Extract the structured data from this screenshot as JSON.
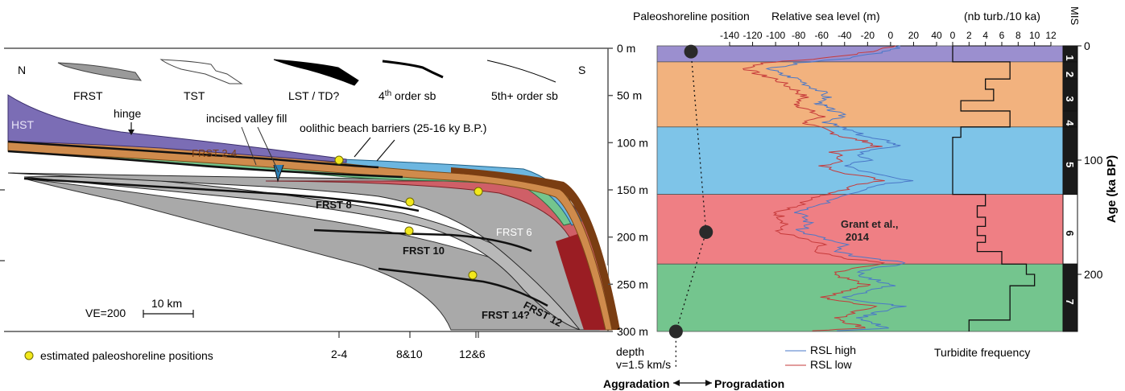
{
  "section": {
    "compass_n": "N",
    "compass_s": "S",
    "legend_items": [
      {
        "label": "FRST",
        "icon": "frst-wedge-icon"
      },
      {
        "label": "TST",
        "icon": "tst-wedge-icon"
      },
      {
        "label": "LST / TD?",
        "icon": "lst-wedge-icon"
      },
      {
        "label_main": "4",
        "label_sup": "th",
        "label_rest": " order sb",
        "icon": "fourth-order-sb-icon"
      },
      {
        "label_main": "5th+ order sb",
        "icon": "fifth-order-sb-icon"
      }
    ],
    "units": {
      "hst": "HST",
      "frst_2_4": "FRST 2-4",
      "frst_6": "FRST 6",
      "frst_8": "FRST 8",
      "frst_10": "FRST 10",
      "frst_12": "FRST 12",
      "frst_14": "FRST 14?"
    },
    "annotations": {
      "hinge": "hinge",
      "incised_valley": "incised valley fill",
      "oolithic": "oolithic beach barriers (25-16 ky B.P.)"
    },
    "depth_ticks": [
      "0 m",
      "50 m",
      "100 m",
      "150 m",
      "200 m",
      "250 m",
      "300 m"
    ],
    "depth_label": "depth",
    "velocity_label": "v=1.5 km/s",
    "ve_label": "VE=200",
    "scale_label": "10 km",
    "bottom_markers": [
      "2-4",
      "8&10",
      "12&6"
    ],
    "shoreline_legend": "estimated paleoshoreline positions",
    "colors": {
      "hst": "#7b6db5",
      "frst24": "#cf8b4c",
      "blue": "#6cb6e0",
      "green": "#74c58e",
      "red": "#cf5f67",
      "darkred": "#9a1d23",
      "brown": "#7a3d12",
      "gray": "#a9a9a9",
      "shoreline_point": "#f2e81c"
    }
  },
  "chart": {
    "col_titles": {
      "shoreline": "Paleoshoreline position",
      "rsl": "Relative sea level (m)",
      "turb": "(nb turb./10 ka)",
      "mis": "MIS"
    },
    "rsl_ticks": [
      "-140",
      "-120",
      "-100",
      "-80",
      "-60",
      "-40",
      "-20",
      "0",
      "20",
      "40"
    ],
    "turb_ticks": [
      "0",
      "2",
      "4",
      "6",
      "8",
      "10",
      "12"
    ],
    "age_ticks": [
      "0",
      "100",
      "200"
    ],
    "age_label": "Age (ka BP)",
    "mis_labels": [
      "1",
      "2",
      "3",
      "4",
      "5",
      "6",
      "7"
    ],
    "grant_label_line1": "Grant et al.,",
    "grant_label_line2": "2014",
    "rsl_high_label": "RSL high",
    "rsl_low_label": "RSL low",
    "turbidite_label": "Turbidite frequency",
    "aggradation_label": "Aggradation",
    "progradation_label": "Progradation",
    "band_colors": [
      "#9b8fcf",
      "#f2b27e",
      "#7ec4e8",
      "#ef7f84",
      "#74c58e"
    ],
    "rsl_high_color": "#4a78c8",
    "rsl_low_color": "#c63a3a"
  },
  "chart_data": {
    "type": "line",
    "y_axis": {
      "label": "Age (ka BP)",
      "ylim": [
        0,
        250
      ],
      "ticks": [
        0,
        100,
        200
      ],
      "inverted": true
    },
    "rsl_axis": {
      "label": "Relative sea level (m)",
      "xlim": [
        -140,
        40
      ]
    },
    "turbidite_axis": {
      "label": "(nb turb./10 ka)",
      "xlim": [
        0,
        12
      ]
    },
    "mis_stages": [
      {
        "name": "1",
        "from": 0,
        "to": 14
      },
      {
        "name": "2",
        "from": 14,
        "to": 29
      },
      {
        "name": "3",
        "from": 29,
        "to": 57
      },
      {
        "name": "4",
        "from": 57,
        "to": 71
      },
      {
        "name": "5",
        "from": 71,
        "to": 130
      },
      {
        "name": "6",
        "from": 130,
        "to": 191
      },
      {
        "name": "7",
        "from": 191,
        "to": 250
      }
    ],
    "series": [
      {
        "name": "RSL high",
        "x": [
          10,
          -5,
          -40,
          -80,
          -105,
          -95,
          -80,
          -70,
          -60,
          -55,
          -62,
          -58,
          -50,
          -40,
          -55,
          -45,
          -30,
          -20,
          0,
          8,
          -30,
          -20,
          -40,
          -15,
          15,
          -10,
          -25,
          -45,
          -60,
          -80,
          -75,
          -70,
          -80,
          -60,
          -40,
          -50,
          -20,
          15,
          -20,
          -30,
          -10,
          0,
          -20,
          -40,
          -20,
          10,
          -10,
          -25,
          -15,
          0,
          -60
        ],
        "y": [
          0,
          5,
          11,
          15,
          20,
          25,
          29,
          35,
          40,
          45,
          50,
          53,
          57,
          62,
          67,
          71,
          76,
          80,
          84,
          88,
          93,
          100,
          105,
          112,
          118,
          122,
          128,
          133,
          140,
          145,
          150,
          156,
          162,
          168,
          174,
          180,
          186,
          190,
          196,
          201,
          205,
          210,
          215,
          220,
          224,
          228,
          233,
          238,
          243,
          247,
          250
        ]
      },
      {
        "name": "RSL low",
        "x": [
          5,
          -15,
          -60,
          -110,
          -125,
          -115,
          -100,
          -90,
          -80,
          -75,
          -82,
          -78,
          -70,
          -60,
          -75,
          -65,
          -50,
          -40,
          -20,
          -12,
          -50,
          -40,
          -60,
          -35,
          -5,
          -30,
          -45,
          -65,
          -80,
          -100,
          -95,
          -90,
          -100,
          -80,
          -60,
          -70,
          -40,
          -5,
          -40,
          -50,
          -30,
          -20,
          -40,
          -60,
          -40,
          -10,
          -30,
          -45,
          -35,
          -20,
          -80
        ],
        "y": [
          0,
          5,
          11,
          15,
          20,
          25,
          29,
          35,
          40,
          45,
          50,
          53,
          57,
          62,
          67,
          71,
          76,
          80,
          84,
          88,
          93,
          100,
          105,
          112,
          118,
          122,
          128,
          133,
          140,
          145,
          150,
          156,
          162,
          168,
          174,
          180,
          186,
          190,
          196,
          201,
          205,
          210,
          215,
          220,
          224,
          228,
          233,
          238,
          243,
          247,
          250
        ]
      },
      {
        "name": "Turbidite frequency",
        "type": "step",
        "bins": [
          {
            "from": 0,
            "to": 14,
            "value": 0
          },
          {
            "from": 14,
            "to": 29,
            "value": 7
          },
          {
            "from": 29,
            "to": 38,
            "value": 4
          },
          {
            "from": 38,
            "to": 48,
            "value": 5
          },
          {
            "from": 48,
            "to": 57,
            "value": 1
          },
          {
            "from": 57,
            "to": 71,
            "value": 7
          },
          {
            "from": 71,
            "to": 80,
            "value": 1
          },
          {
            "from": 80,
            "to": 130,
            "value": 0
          },
          {
            "from": 130,
            "to": 140,
            "value": 4
          },
          {
            "from": 140,
            "to": 150,
            "value": 3
          },
          {
            "from": 150,
            "to": 158,
            "value": 4
          },
          {
            "from": 158,
            "to": 166,
            "value": 3
          },
          {
            "from": 166,
            "to": 172,
            "value": 4
          },
          {
            "from": 172,
            "to": 180,
            "value": 3
          },
          {
            "from": 180,
            "to": 191,
            "value": 6
          },
          {
            "from": 191,
            "to": 200,
            "value": 9
          },
          {
            "from": 200,
            "to": 210,
            "value": 10
          },
          {
            "from": 210,
            "to": 240,
            "value": 7
          },
          {
            "from": 240,
            "to": 250,
            "value": 2
          }
        ]
      },
      {
        "name": "Paleoshoreline position",
        "type": "points",
        "points": [
          {
            "age": 5,
            "rel": 0.3
          },
          {
            "age": 163,
            "rel": 0.5
          },
          {
            "age": 250,
            "rel": 0.1
          }
        ]
      }
    ]
  }
}
